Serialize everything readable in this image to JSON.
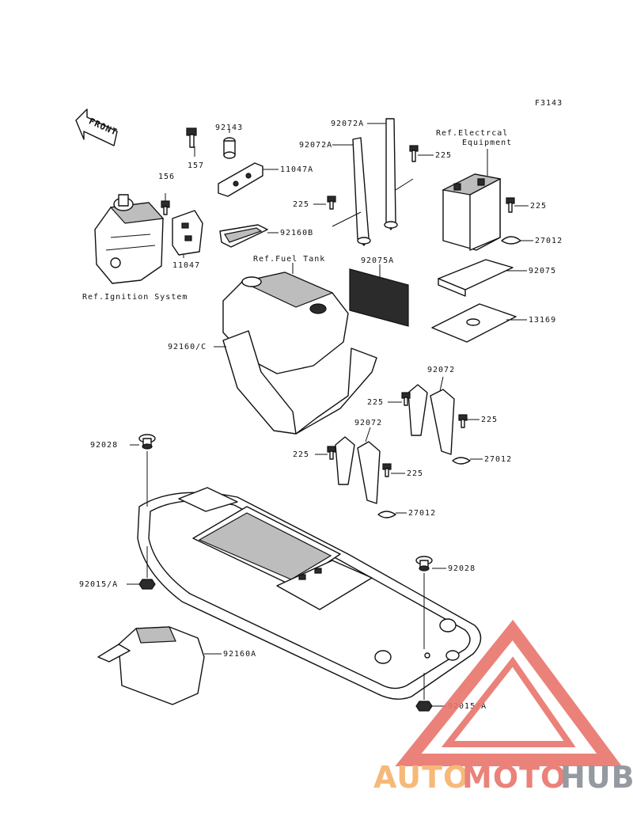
{
  "figure_code": "F3143",
  "front_label": "FRONT",
  "watermark": {
    "part1": "AUTO",
    "part2": "MOTO",
    "part3": "HUB",
    "color_orange": "#f6b26b",
    "color_red": "#e8756c",
    "color_gray": "#8a8f96"
  },
  "labels": {
    "p157": "157",
    "p92143": "92143",
    "p11047A": "11047A",
    "p156": "156",
    "p11047": "11047",
    "p92160B": "92160B",
    "p225_a": "225",
    "p92072A_top": "92072A",
    "p92072A": "92072A",
    "p225_b": "225",
    "ref_electrical_1": "Ref.Electrcal",
    "ref_electrical_2": "Equipment",
    "p225_c": "225",
    "p27012_a": "27012",
    "ref_ignition": "Ref.Ignition System",
    "ref_fuel_tank": "Ref.Fuel Tank",
    "p92075A": "92075A",
    "p92075": "92075",
    "p13169": "13169",
    "p92160C": "92160/C",
    "p92072_a": "92072",
    "p225_d": "225",
    "p225_e": "225",
    "p27012_b": "27012",
    "p92072_b": "92072",
    "p225_f": "225",
    "p225_g": "225",
    "p27012_c": "27012",
    "p92028_a": "92028",
    "p92015A_a": "92015/A",
    "p92028_b": "92028",
    "p92160A": "92160A",
    "p92015A_b": "92015/A"
  }
}
